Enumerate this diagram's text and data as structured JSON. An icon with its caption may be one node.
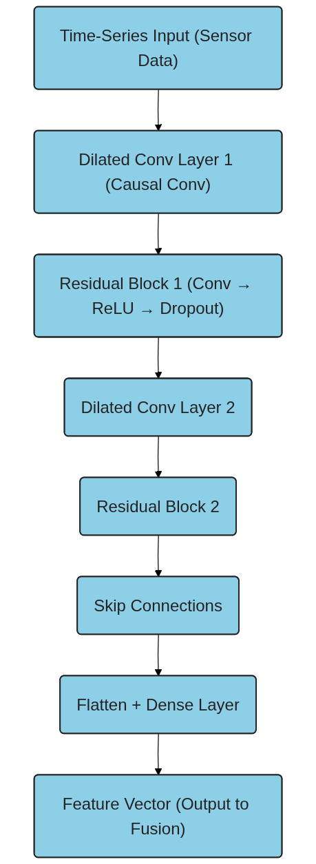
{
  "diagram": {
    "nodes": [
      {
        "text": [
          "Time-Series Input (Sensor Data)"
        ]
      },
      {
        "text": [
          "Dilated Conv Layer 1 (Causal Conv)"
        ]
      },
      {
        "text": [
          "Residual Block 1 (Conv → ReLU → Dropout)"
        ]
      },
      {
        "text": [
          "Dilated Conv Layer 2"
        ]
      },
      {
        "text": [
          "Residual Block 2"
        ]
      },
      {
        "text": [
          "Skip Connections"
        ]
      },
      {
        "text": [
          "Flatten + Dense Layer"
        ]
      },
      {
        "text": [
          "Feature Vector (Output to Fusion)"
        ]
      }
    ],
    "edges": [
      {
        "from": 0,
        "to": 1,
        "arrow": "to"
      },
      {
        "from": 1,
        "to": 2,
        "arrow": "to"
      },
      {
        "from": 2,
        "to": 3,
        "arrow": "to"
      },
      {
        "from": 3,
        "to": 4,
        "arrow": "to"
      },
      {
        "from": 4,
        "to": 5,
        "arrow": "to"
      },
      {
        "from": 5,
        "to": 6,
        "arrow": "to"
      },
      {
        "from": 6,
        "to": 7,
        "arrow": "to"
      }
    ]
  }
}
